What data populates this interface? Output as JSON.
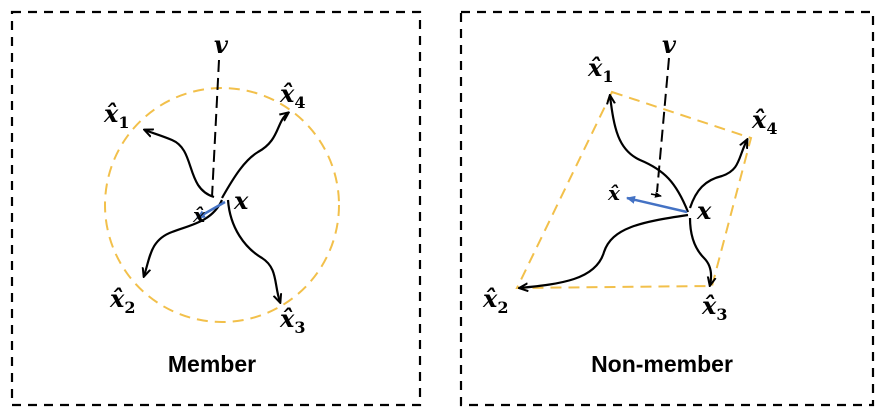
{
  "panels": [
    {
      "caption": "Member",
      "v_label": "v",
      "x_label": "x",
      "xhat_label": "x̂",
      "samples": [
        {
          "base": "x̂",
          "sub": "1"
        },
        {
          "base": "x̂",
          "sub": "2"
        },
        {
          "base": "x̂",
          "sub": "3"
        },
        {
          "base": "x̂",
          "sub": "4"
        }
      ]
    },
    {
      "caption": "Non-member",
      "v_label": "v",
      "x_label": "x",
      "xhat_label": "x̂",
      "samples": [
        {
          "base": "x̂",
          "sub": "1"
        },
        {
          "base": "x̂",
          "sub": "2"
        },
        {
          "base": "x̂",
          "sub": "3"
        },
        {
          "base": "x̂",
          "sub": "4"
        }
      ]
    }
  ],
  "colors": {
    "region_outline": "#f2c04b",
    "prediction_arrow": "#4472c4",
    "curve": "#000000",
    "frame": "#000000"
  }
}
